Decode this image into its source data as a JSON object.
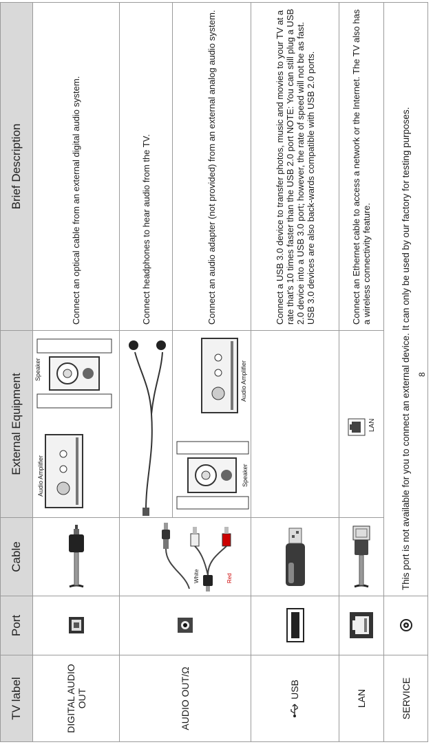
{
  "headers": {
    "tv_label": "TV label",
    "port": "Port",
    "cable": "Cable",
    "external_equipment": "External Equipment",
    "brief_description": "Brief Description"
  },
  "rows": [
    {
      "label": "DIGITAL AUDIO OUT",
      "equipment_labels": [
        "Audio Amplifier",
        "Speaker"
      ],
      "description": "Connect an optical cable from an external digital audio system."
    },
    {
      "label": "AUDIO OUT/",
      "label_icon": "headphone-icon",
      "description": "Connect headphones to hear audio from the TV."
    },
    {
      "label": "",
      "cable_labels": [
        "White",
        "Red"
      ],
      "equipment_labels": [
        "Speaker",
        "Audio Amplifier"
      ],
      "description": "Connect an audio adapter (not provided) from an external analog audio system."
    },
    {
      "label": "USB",
      "label_icon": "usb-icon",
      "description": "Connect a USB 3.0 device to transfer photos, music and movies to your TV at a rate that's 10 times faster than the USB 2.0 port NOTE: You can still plug a USB 2.0 device into a USB 3.0 port; however, the rate of speed will not be as fast. USB 3.0 devices are also back-wards compatible with USB 2.0 ports."
    },
    {
      "label": "LAN",
      "equipment_labels": [
        "LAN"
      ],
      "description": "Connect an Ethernet cable to access a network or the Internet. The TV also has a wireless connectivity feature."
    },
    {
      "label": "SERVICE",
      "note": "This port is not available for you to connect an external device. It can only be used by our factory for testing purposes."
    }
  ],
  "page_number": "8"
}
